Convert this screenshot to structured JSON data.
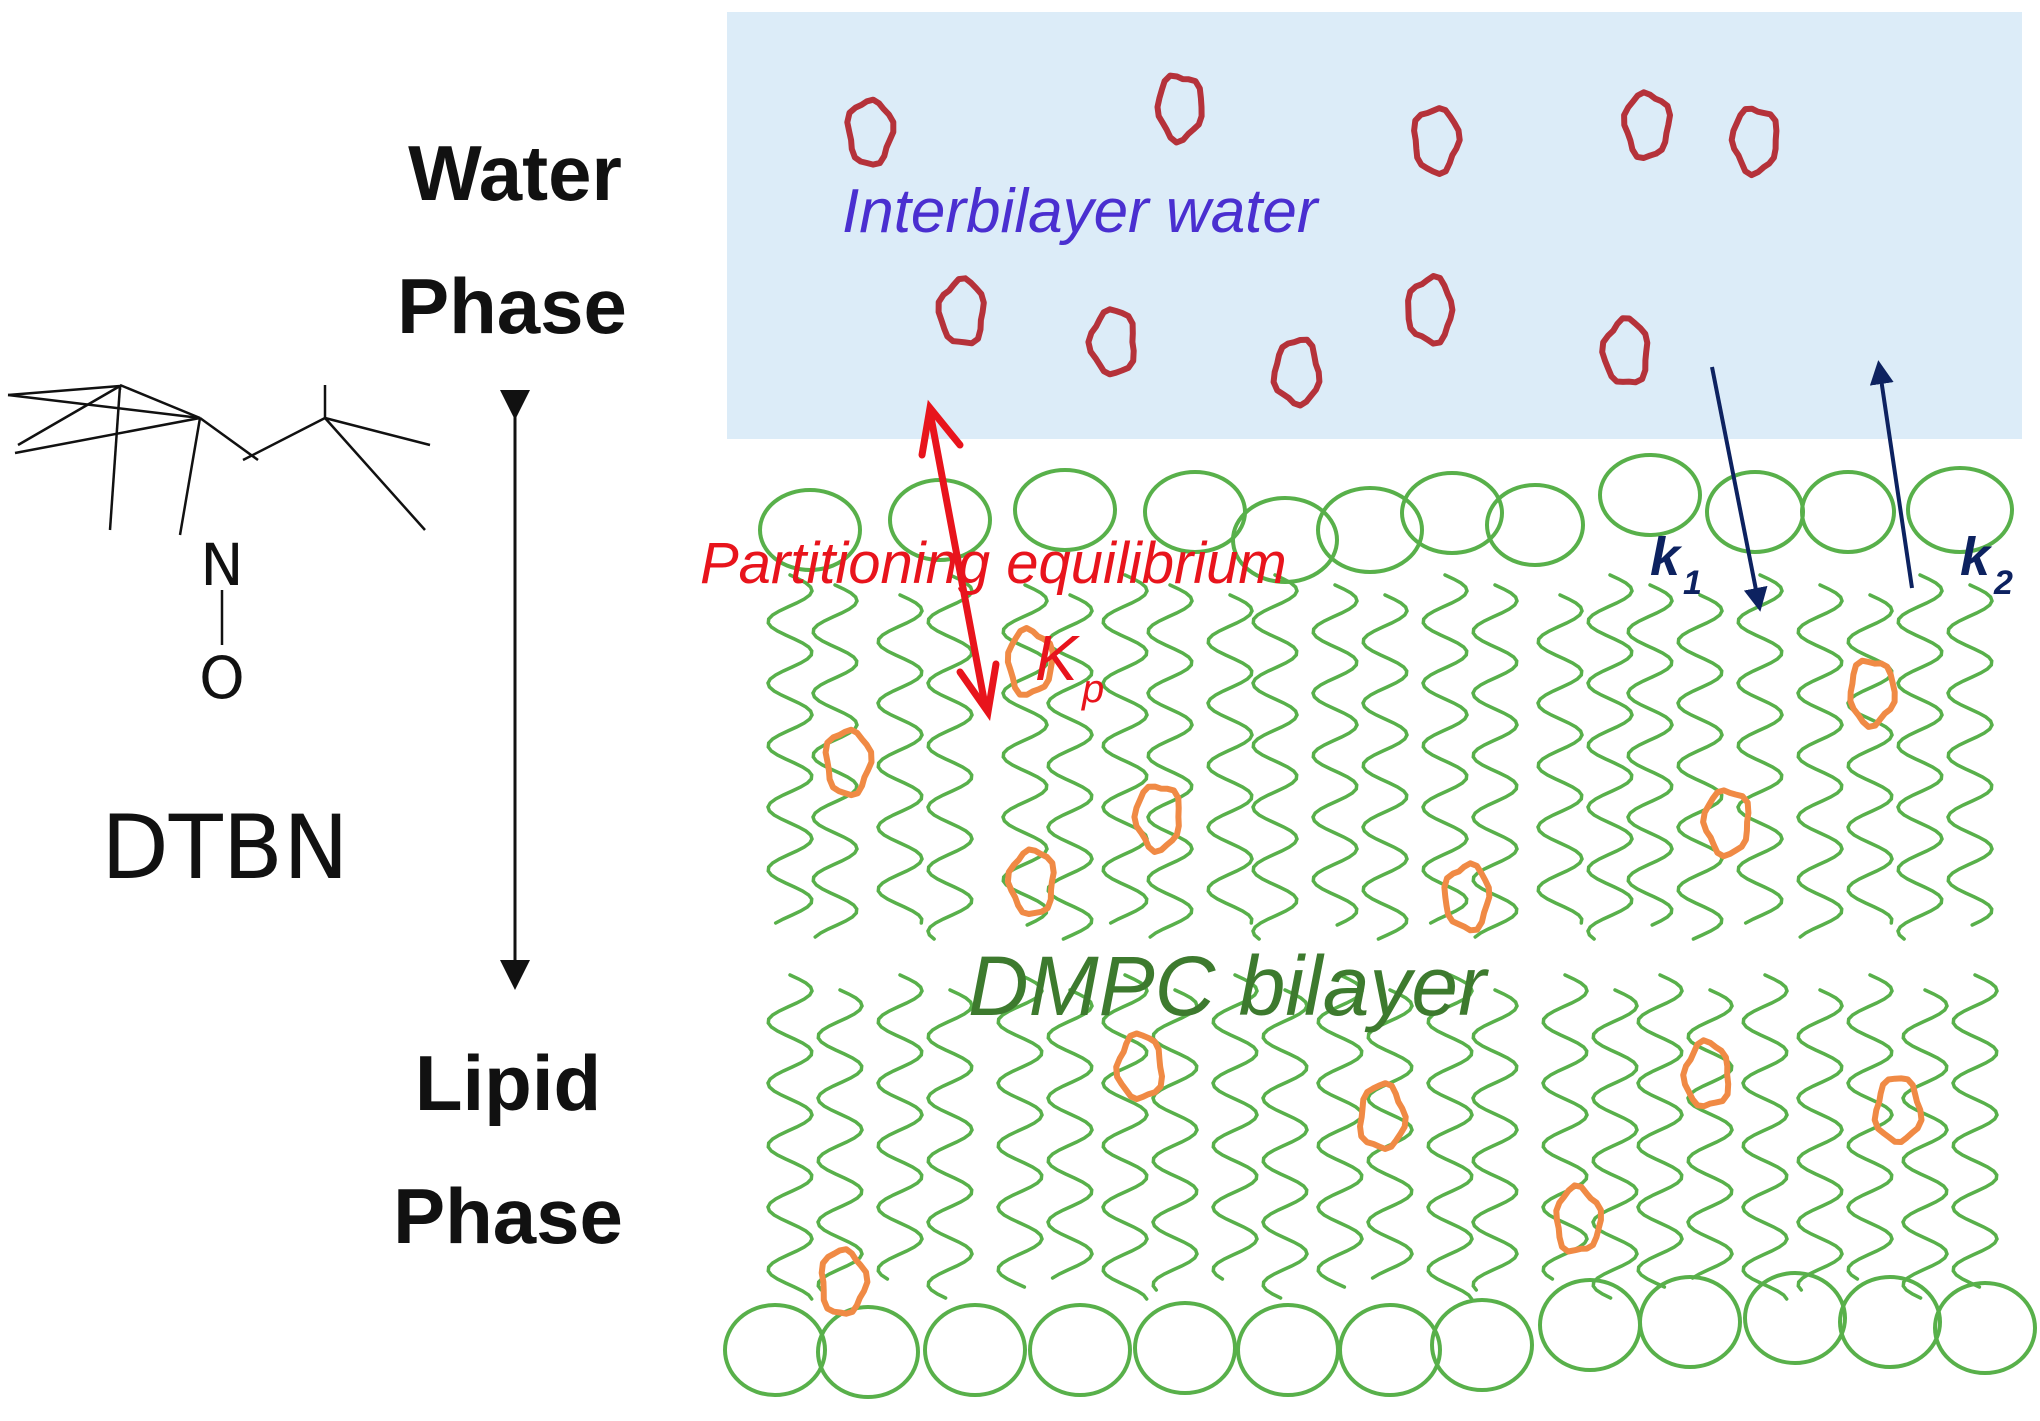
{
  "labels": {
    "water_phase": [
      "Water",
      "Phase"
    ],
    "lipid_phase": [
      "Lipid",
      "Phase"
    ],
    "molecule_name": "DTBN",
    "atom_n": "N",
    "atom_o": "O",
    "interbilayer_water": "Interbilayer water",
    "partitioning": "Partitioning equilibrium",
    "kp_main": "K",
    "kp_sub": "p",
    "k1_main": "k",
    "k1_sub": "1",
    "k2_main": "k",
    "k2_sub": "2",
    "bilayer": "DMPC bilayer"
  },
  "colors": {
    "water_band": "#dcecf8",
    "water_probe": "#b5323a",
    "lipid_probe": "#f08a45",
    "lipid": "#58b04a",
    "partition_arrow": "#e8141c",
    "rate_arrow": "#0d2260",
    "water_text": "#4a2fd0",
    "partition_text": "#e8141c",
    "bilayer_text": "#3d7a2e",
    "black": "#111111"
  }
}
